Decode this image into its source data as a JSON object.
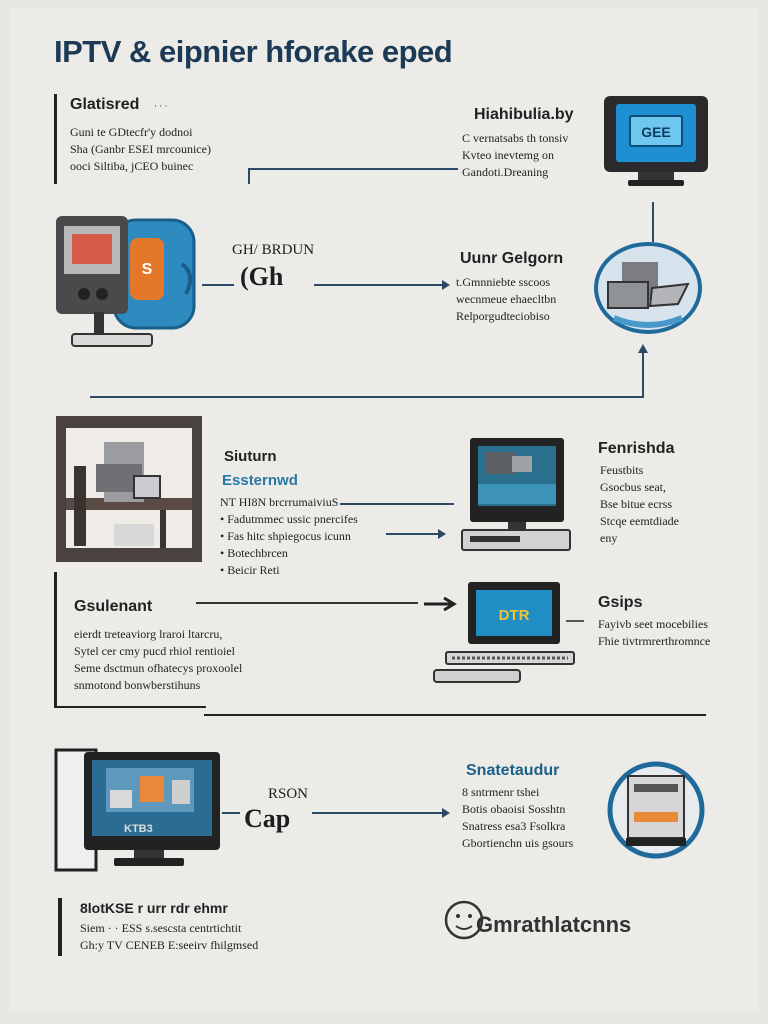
{
  "title": "IPTV & eipnier hforake eped",
  "sections": {
    "s1": {
      "heading": "Glatisred",
      "heading_note": "· · ·",
      "lines": [
        "Guni te GDtecfr'y dodnoi",
        "Sha (Ganbr ESEI mrcounice)",
        "ooci Siltiba, jCEO buinec"
      ]
    },
    "s2": {
      "heading": "Hiahibulia.by",
      "lines": [
        "C vernatsabs th tonsiv",
        "Kvteo inevtemg on",
        "Gandoti.Dreaning"
      ],
      "screen_text": "GEE"
    },
    "s3": {
      "label": "GH/ BRDUN",
      "sub": "(Gh"
    },
    "s4": {
      "heading": "Uunr Gelgorn",
      "lines": [
        "t.Gmnniebte sscoos",
        "wecnmeue ehaecltbn",
        "Relporgudteciobiso"
      ]
    },
    "s5": {
      "heading": "Siuturn",
      "subheading": "Essternwd",
      "lines": [
        "NT HI8N brcrrumaiviuS",
        "Fadutmmec ussic pnercifes",
        "Fas hitc shpiegocus icunn",
        "Botechbrcen",
        "Beicir Reti"
      ]
    },
    "s6": {
      "heading": "Fenrishda",
      "lines": [
        "Feustbits",
        "Gsocbus seat,",
        "Bse bitue ecrss",
        "Stcqe eemtdiade",
        "eny"
      ]
    },
    "s7": {
      "heading": "Gsulenant",
      "lines": [
        "eierdt treteaviorg lraroi ltarcru,",
        "Sytel cer cmy pucd rhiol rentioiel",
        "Seme dsctmun ofhatecys proxoolel",
        "snmotond bonwberstihuns"
      ]
    },
    "s8": {
      "heading": "Gsips",
      "lines": [
        "Fayivb seet mocebilies",
        "Fhie tivtrmrerthromnce"
      ],
      "screen_text": "DTR"
    },
    "s9": {
      "label": "RSON",
      "sub": "Cap",
      "screen_text": "KTB3"
    },
    "s10": {
      "heading": "Snatetaudur",
      "lines": [
        "8 sntrmenr tshei",
        "Botis obaoisi Sosshtn",
        "Snatress esa3 Fsolkra",
        "Gbortienchn uis gsours"
      ]
    },
    "s11": {
      "heading": "8lotKSE r urr rdr ehmr",
      "lines": [
        "Siem · · ESS s.sescsta centrtichtit",
        "Gh:y TV CENEB E:seeirv fhilgmsed"
      ]
    },
    "footer": {
      "logo_text": "Gmrathlatcnns"
    },
    "colors": {
      "accent": "#2a78a8",
      "line": "#2b4a66",
      "title": "#1c3a55",
      "background": "#ecebe8"
    }
  }
}
